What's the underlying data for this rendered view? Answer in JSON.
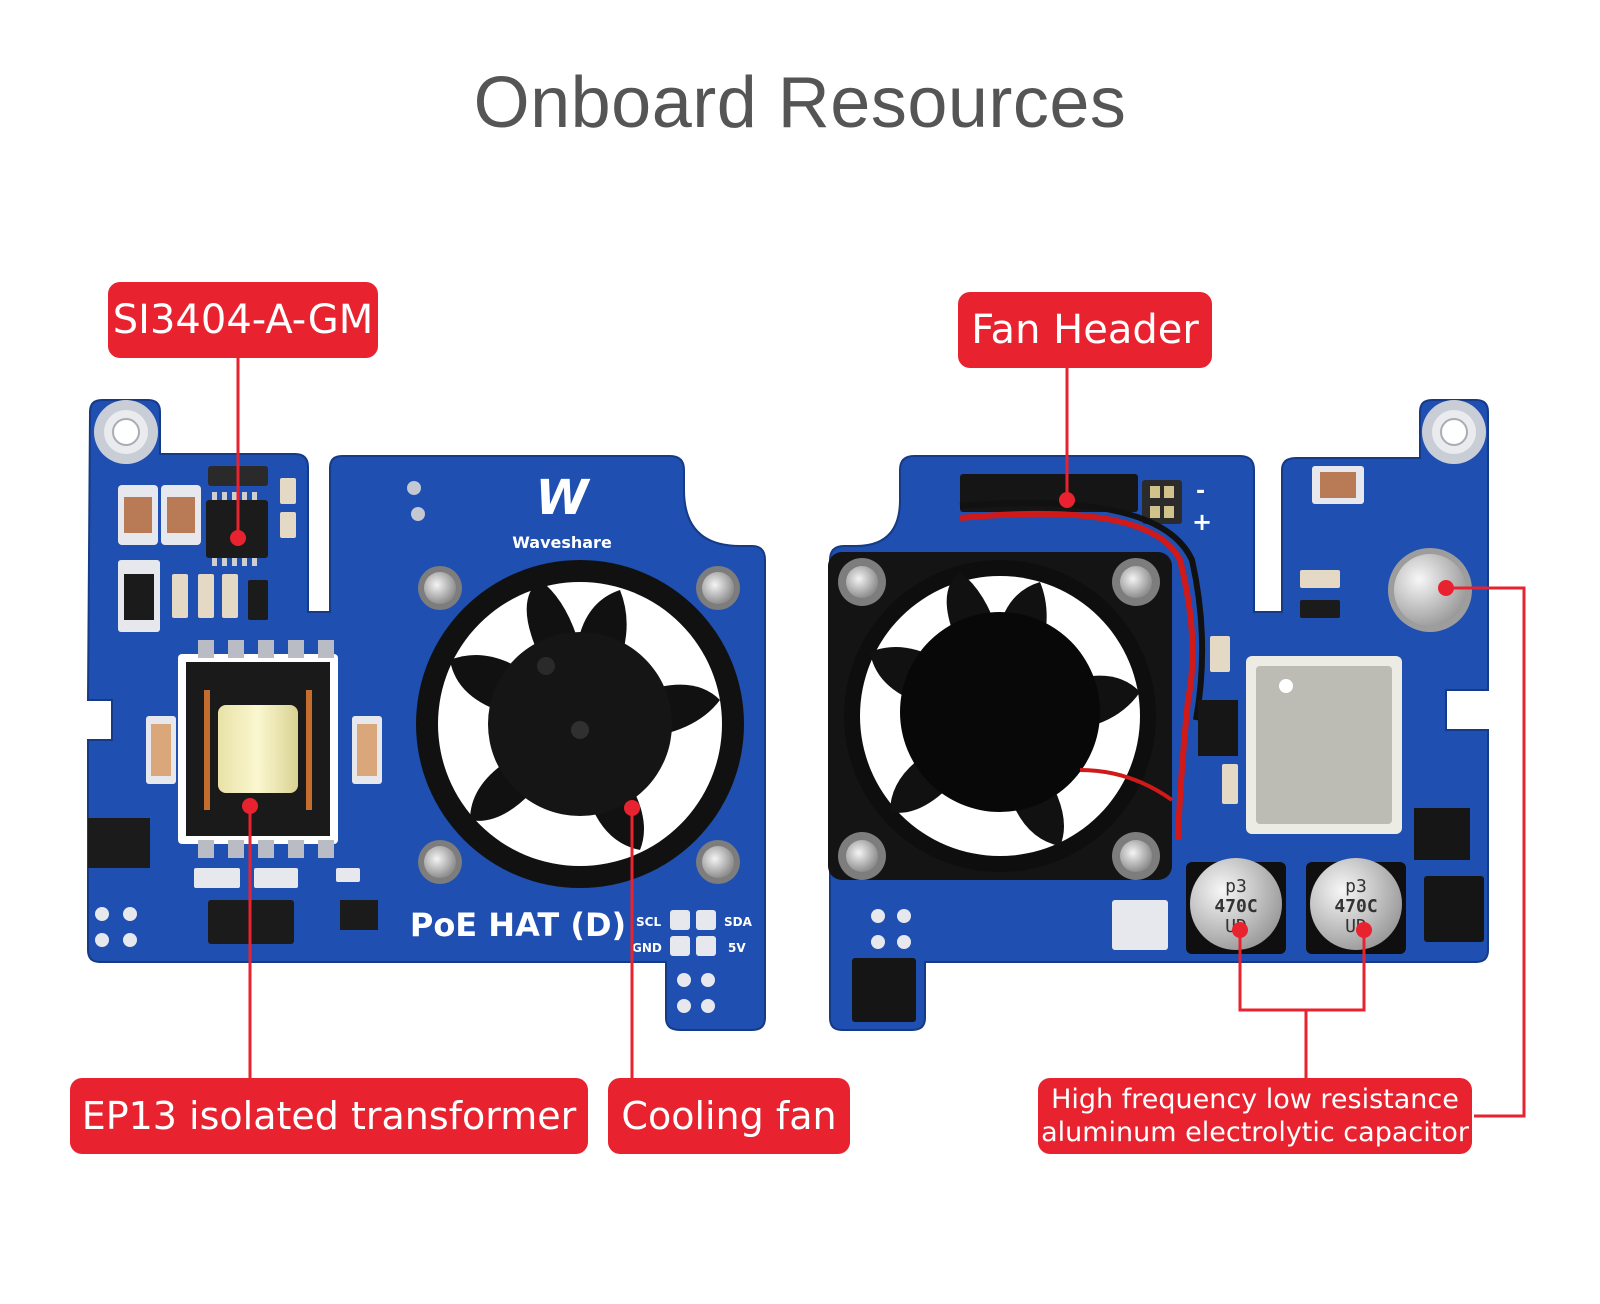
{
  "title": "Onboard Resources",
  "callouts": {
    "si3404": "SI3404-A-GM",
    "fan_header": "Fan Header",
    "transformer": "EP13 isolated transformer",
    "cooling_fan": "Cooling fan",
    "capacitor_line1": "High frequency low resistance",
    "capacitor_line2": "aluminum electrolytic capacitor"
  },
  "board_labels": {
    "product_name": "PoE HAT (D)",
    "brand": "Waveshare",
    "pin_scl": "SCL",
    "pin_sda": "SDA",
    "pin_gnd": "GND",
    "pin_5v": "5V",
    "fan_minus": "-",
    "fan_plus": "+",
    "cap_text_1": "p3",
    "cap_text_2": "470C",
    "cap_text_3": "UD"
  },
  "colors": {
    "callout_red": "#e8232f",
    "pcb_blue": "#1f4fb0",
    "title_gray": "#555555"
  }
}
